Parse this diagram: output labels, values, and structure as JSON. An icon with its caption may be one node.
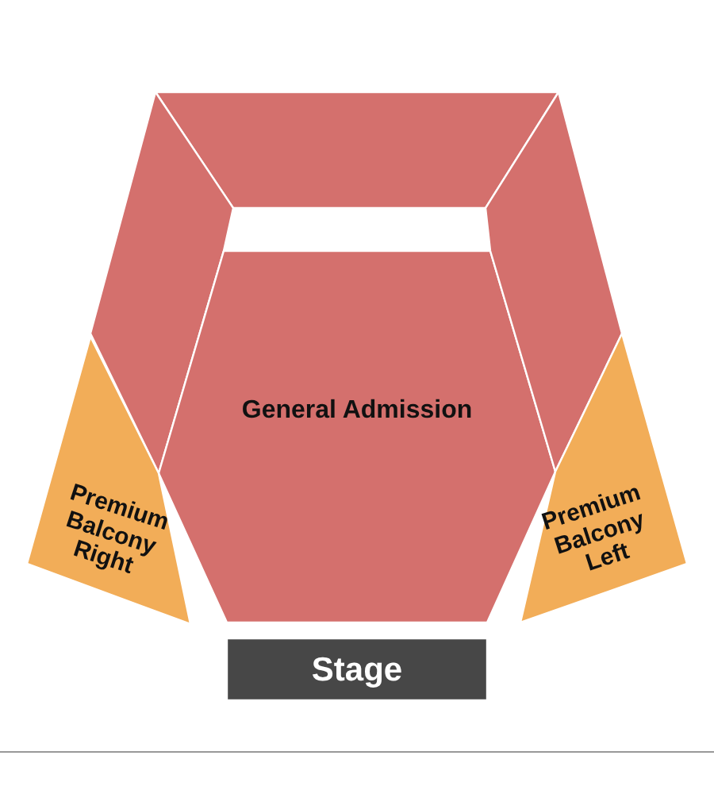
{
  "diagram": {
    "nodes": [
      {
        "text": [],
        "shape": "box"
      },
      {
        "text": [],
        "shape": "box"
      },
      {
        "text": [
          "General Admission"
        ]
      },
      {
        "text": [],
        "shape": "box"
      },
      {
        "text": [
          "Premium Balcony Right"
        ]
      },
      {
        "text": [
          "Premium Balcony Left"
        ]
      },
      {
        "text": [
          "Stage"
        ]
      }
    ]
  }
}
